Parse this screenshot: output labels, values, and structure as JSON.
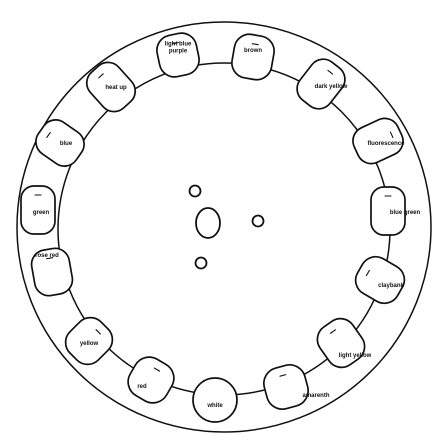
{
  "labels": {
    "light_blue_purple": [
      "light blue",
      "purple"
    ],
    "brown": "brown",
    "dark_yellow": "dark yellow",
    "fluorescence": "fluorescence",
    "blue_green": "blue green",
    "claybank": "claybank",
    "light_yellow": "light yellow",
    "amarenth": "amarenth",
    "white": "white",
    "red": "red",
    "yellow": "yellow",
    "rose_red": "rose red",
    "green": "green",
    "blue": "blue",
    "heat_up": "heat up"
  },
  "colors": {
    "stroke": "#111111",
    "background": "#ffffff"
  }
}
